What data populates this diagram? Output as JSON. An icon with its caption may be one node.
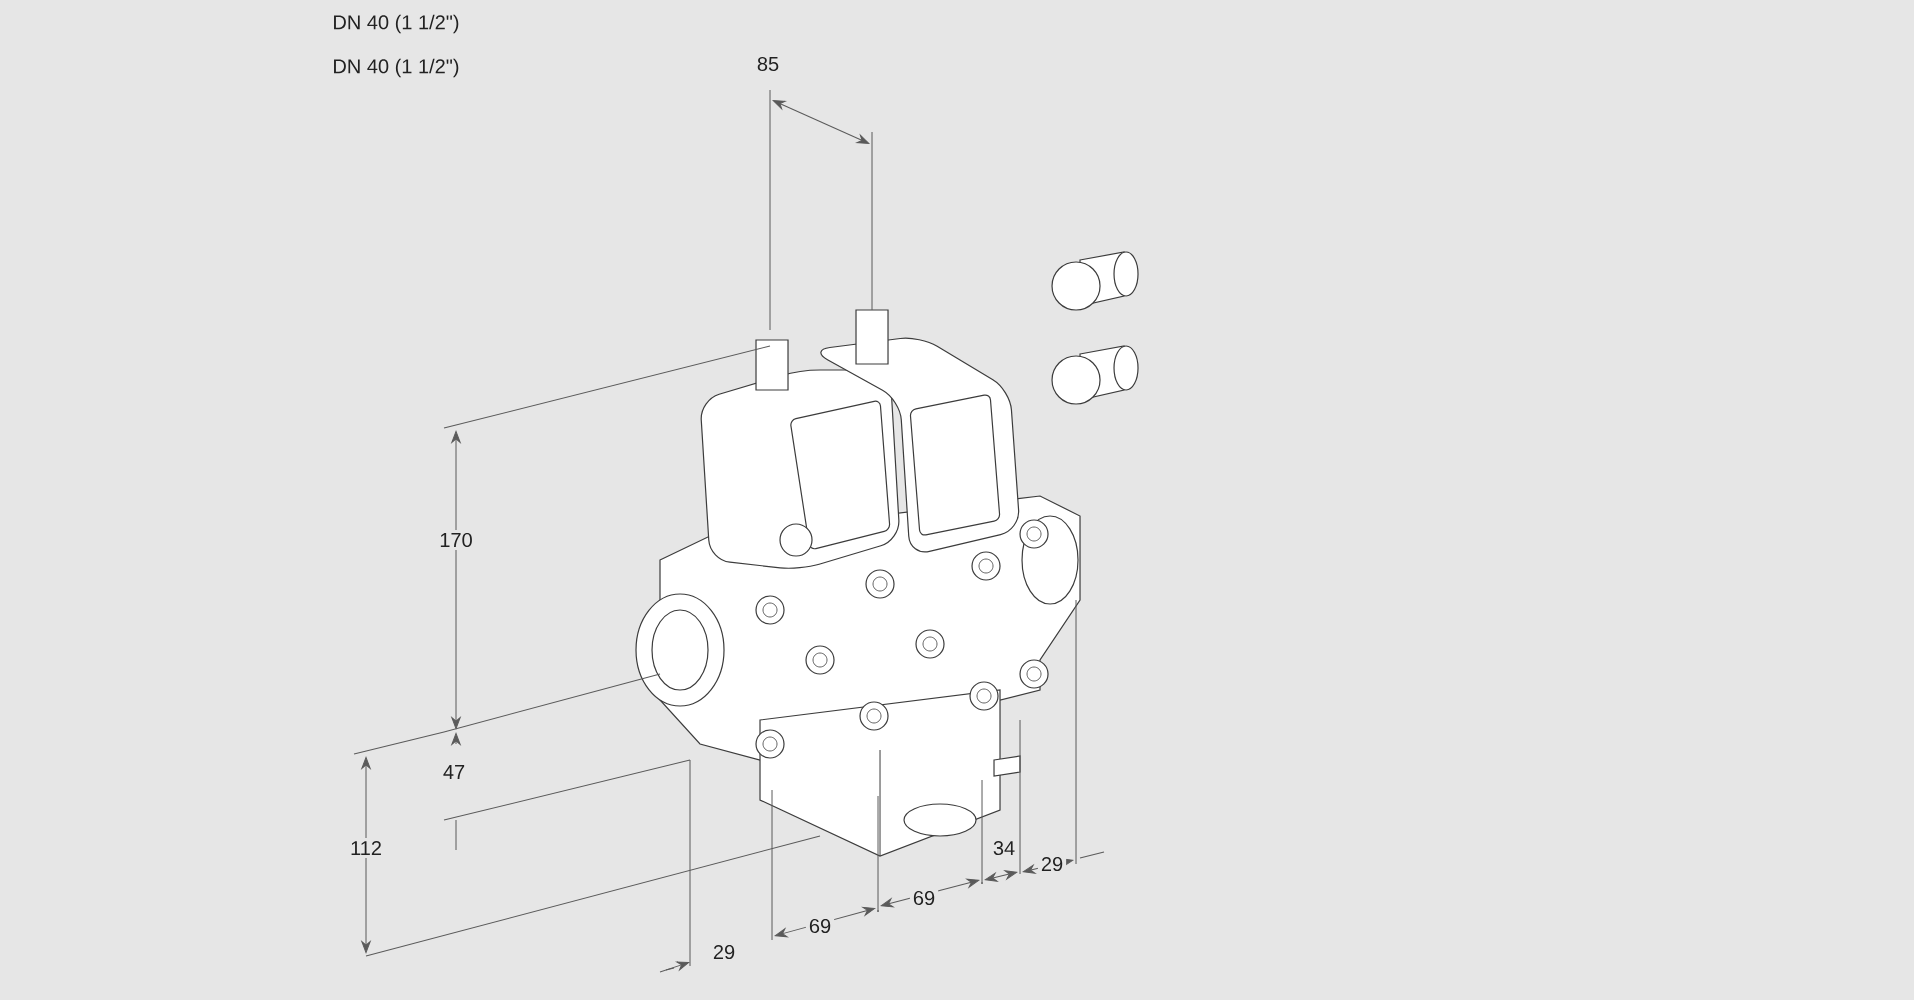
{
  "diagram": {
    "labels": [
      "DN 40 (1 1/2\")",
      "DN 40 (1 1/2\")",
      "85",
      "170",
      "47",
      "112",
      "29",
      "69",
      "69",
      "34",
      "29"
    ]
  }
}
